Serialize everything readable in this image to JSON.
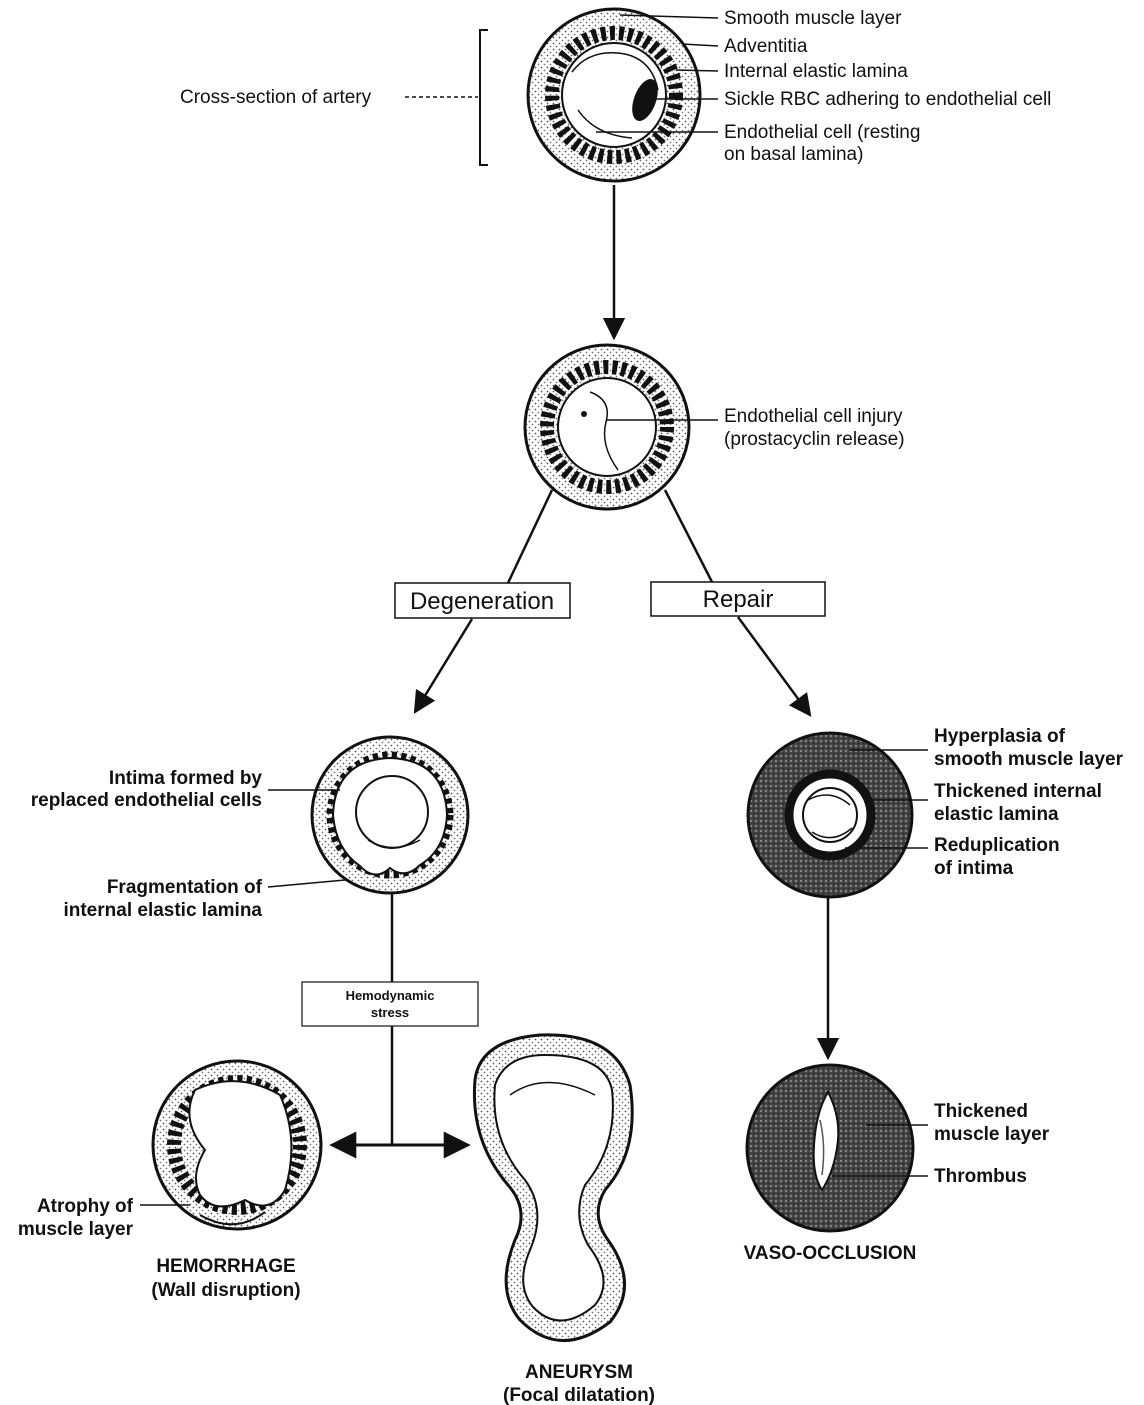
{
  "top": {
    "cross_section_label": "Cross-section of artery",
    "smooth_muscle": "Smooth muscle layer",
    "adventitia": "Adventitia",
    "internal_elastic": "Internal elastic lamina",
    "sickle_rbc": "Sickle RBC adhering to endothelial cell",
    "endothelial_1": "Endothelial cell (resting",
    "endothelial_2": "on basal lamina)"
  },
  "injury": {
    "line1": "Endothelial cell injury",
    "line2": "(prostacyclin release)"
  },
  "branches": {
    "degeneration": "Degeneration",
    "repair": "Repair"
  },
  "degeneration": {
    "intima_1": "Intima formed by",
    "intima_2": "replaced endothelial cells",
    "frag_1": "Fragmentation of",
    "frag_2": "internal elastic lamina",
    "stress_1": "Hemodynamic",
    "stress_2": "stress"
  },
  "repair": {
    "hyper_1": "Hyperplasia of",
    "hyper_2": "smooth muscle layer",
    "thick_1": "Thickened internal",
    "thick_2": "elastic lamina",
    "redup_1": "Reduplication",
    "redup_2": "of intima"
  },
  "outcomes": {
    "atrophy_1": "Atrophy of",
    "atrophy_2": "muscle layer",
    "hemorrhage_1": "HEMORRHAGE",
    "hemorrhage_2": "(Wall disruption)",
    "aneurysm_1": "ANEURYSM",
    "aneurysm_2": "(Focal dilatation)",
    "thick_muscle_1": "Thickened",
    "thick_muscle_2": "muscle layer",
    "thrombus": "Thrombus",
    "vaso": "VASO-OCCLUSION"
  }
}
